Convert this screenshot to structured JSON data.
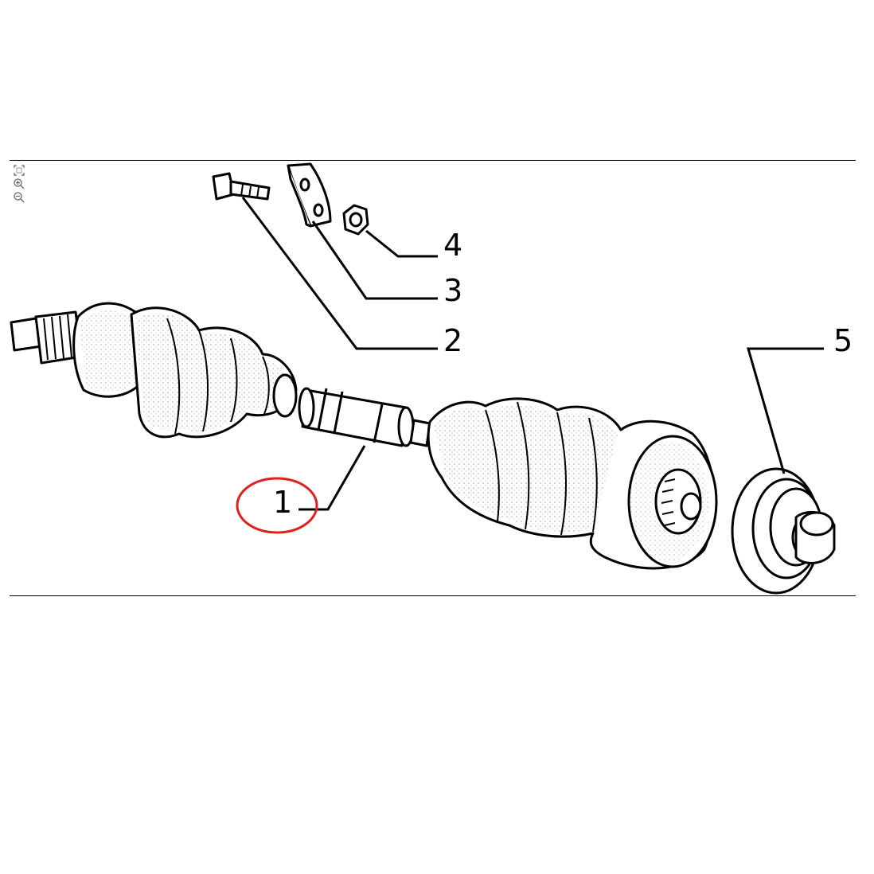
{
  "viewer": {
    "tools": [
      {
        "name": "fit-page-icon"
      },
      {
        "name": "zoom-in-icon"
      },
      {
        "name": "zoom-out-icon"
      }
    ]
  },
  "callouts": {
    "part1": "1",
    "part2": "2",
    "part3": "3",
    "part4": "4",
    "part5": "5"
  },
  "colors": {
    "ink": "#000000",
    "highlight": "#e02020",
    "background": "#ffffff"
  }
}
